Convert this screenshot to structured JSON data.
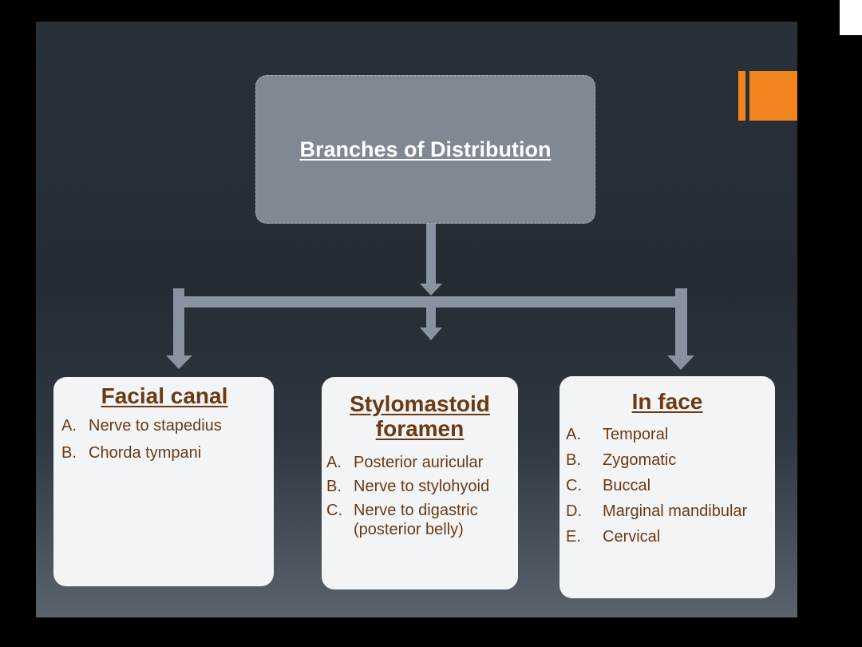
{
  "colors": {
    "page_background": "#000000",
    "slide_background": "#272e36",
    "top_box_fill": "#7f8893",
    "connector": "#8892a0",
    "card_fill": "#f3f4f6",
    "card_text": "#6a3a12",
    "top_title_text": "#ffffff",
    "accent": "#f2841f"
  },
  "diagram": {
    "root": {
      "title": "Branches of Distribution"
    },
    "branches": [
      {
        "title": "Facial canal",
        "items": [
          {
            "marker": "A.",
            "text": "Nerve to stapedius"
          },
          {
            "marker": "B.",
            "text": "Chorda tympani"
          }
        ]
      },
      {
        "title": "Stylomastoid foramen",
        "items": [
          {
            "marker": "A.",
            "text": "Posterior auricular"
          },
          {
            "marker": "B.",
            "text": "Nerve to stylohyoid"
          },
          {
            "marker": "C.",
            "text": "Nerve to digastric (posterior belly)"
          }
        ]
      },
      {
        "title": "In face",
        "items": [
          {
            "marker": "A.",
            "text": "Temporal"
          },
          {
            "marker": "B.",
            "text": "Zygomatic"
          },
          {
            "marker": "C.",
            "text": "Buccal"
          },
          {
            "marker": "D.",
            "text": "Marginal mandibular"
          },
          {
            "marker": "E.",
            "text": "Cervical"
          }
        ]
      }
    ]
  }
}
